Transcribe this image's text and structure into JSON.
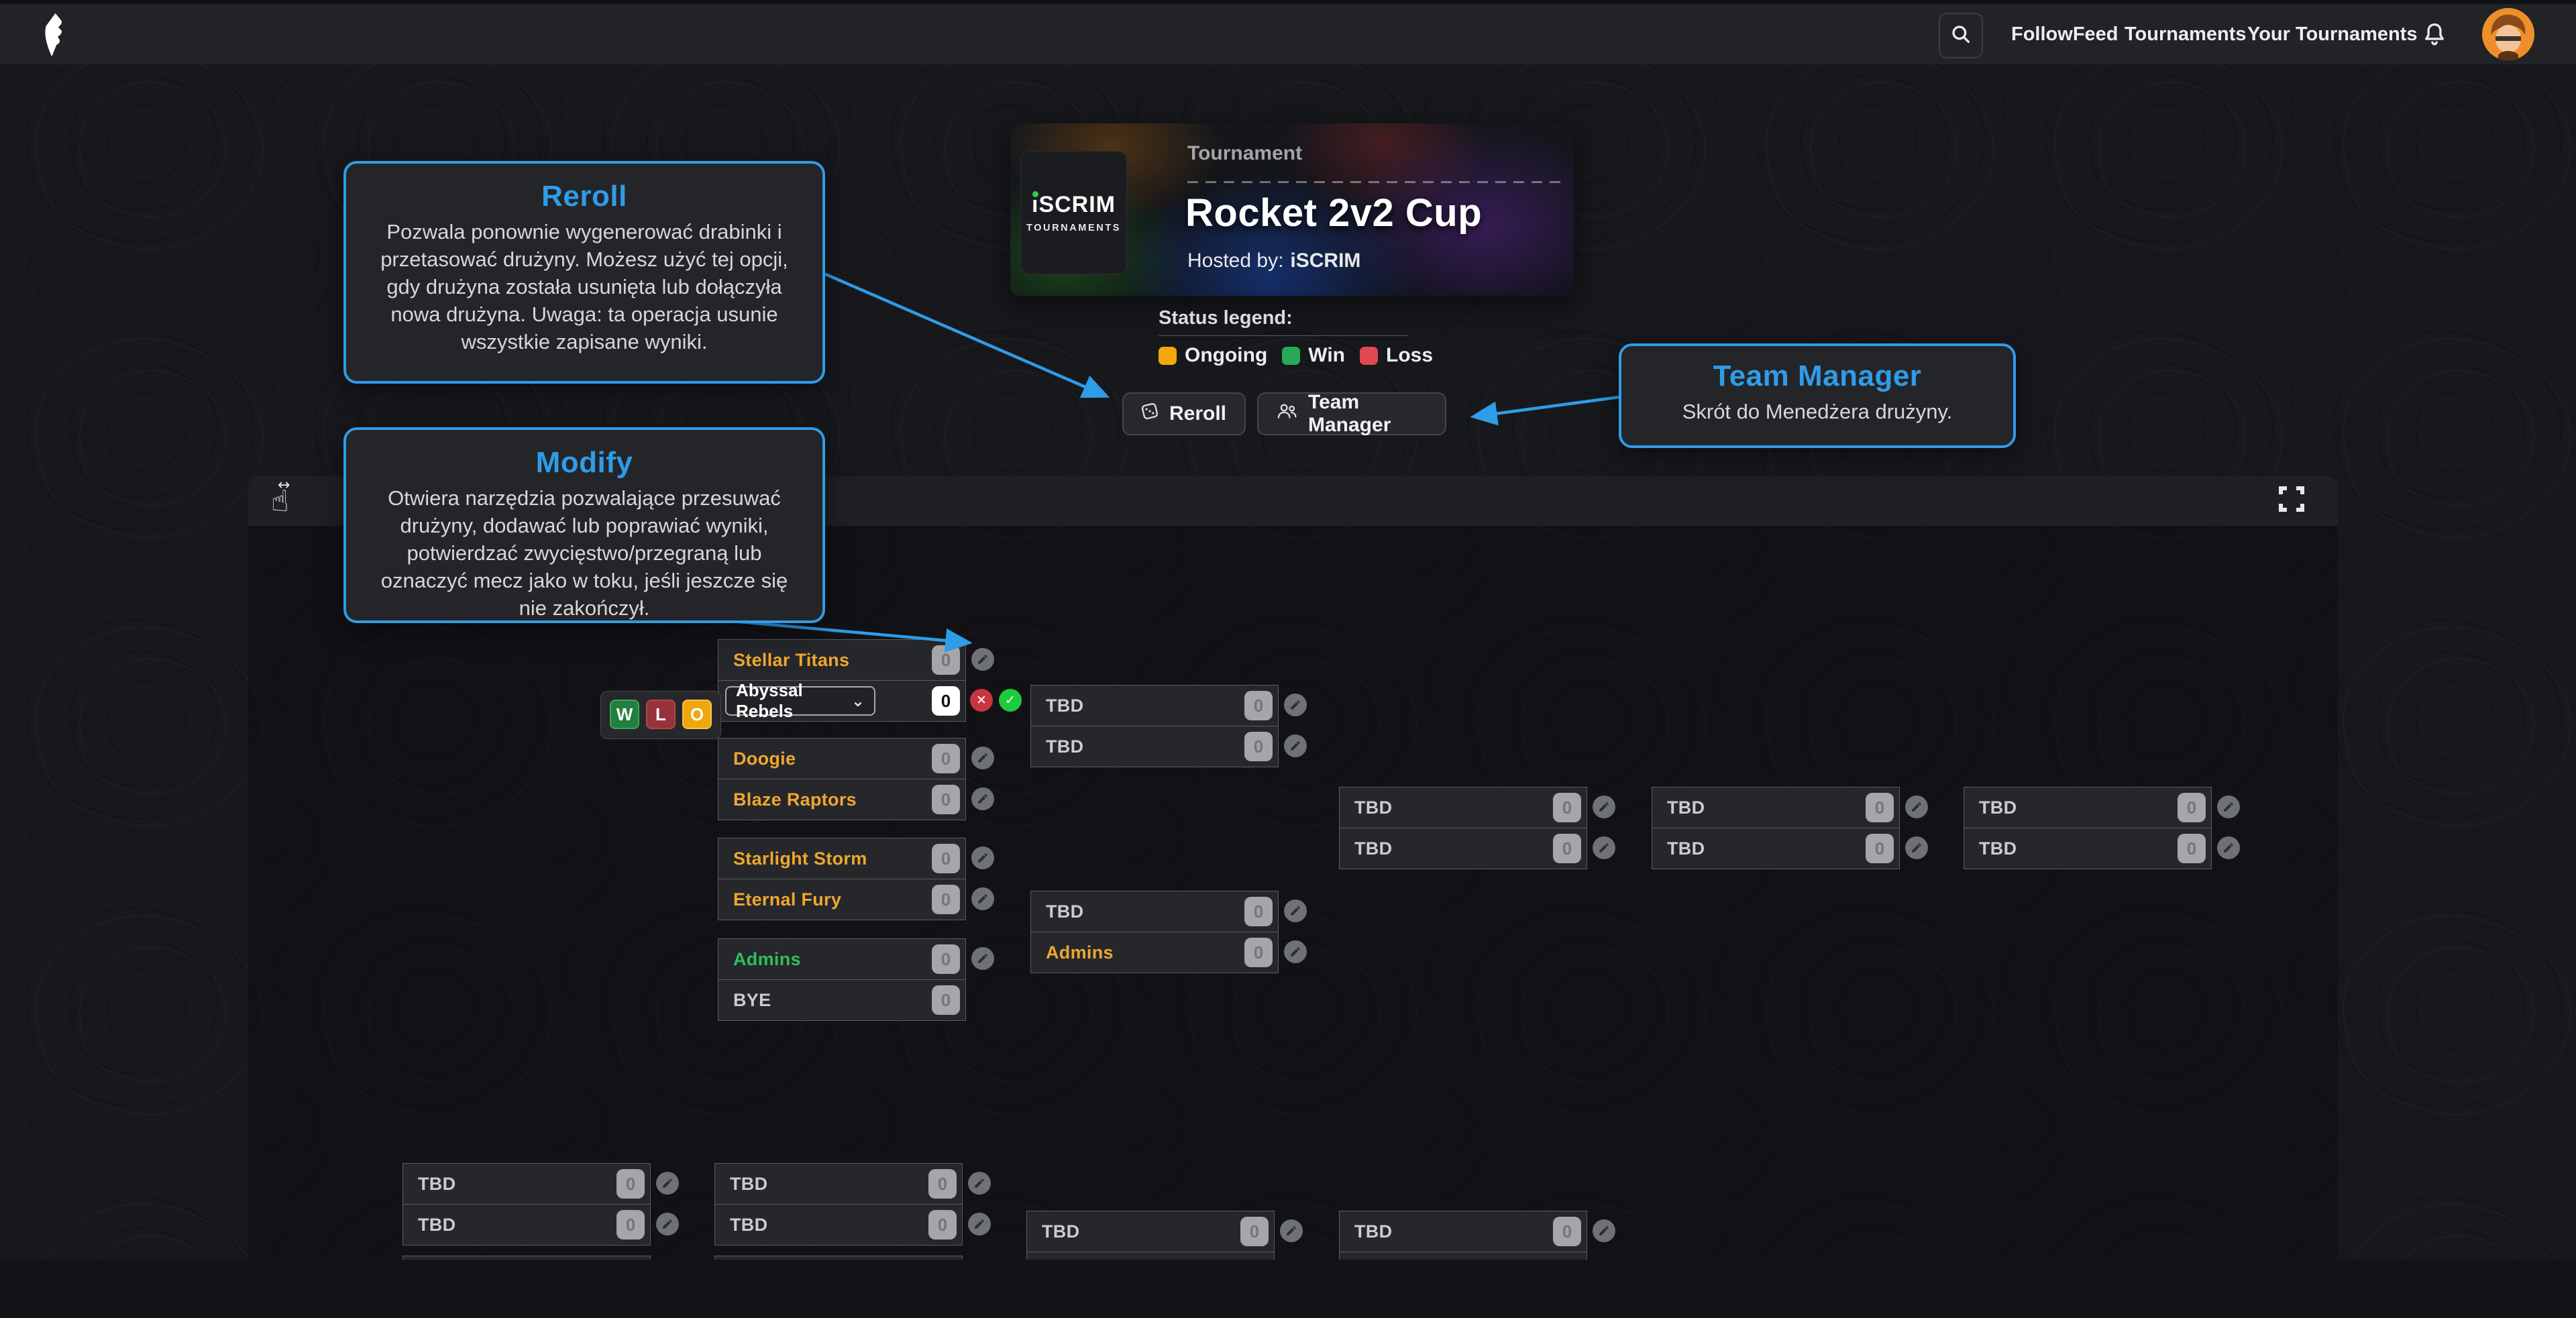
{
  "nav": {
    "links": [
      "FollowFeed",
      "Tournaments",
      "Your Tournaments"
    ]
  },
  "banner": {
    "kicker": "Tournament",
    "title": "Rocket 2v2 Cup",
    "hosted_prefix": "Hosted by:",
    "host": "iSCRIM",
    "logo_line1_rest": "SCRIM",
    "logo_line2": "TOURNAMENTS"
  },
  "legend": {
    "label": "Status legend:",
    "items": [
      {
        "label": "Ongoing",
        "color": "#f5a60b"
      },
      {
        "label": "Win",
        "color": "#27aa58"
      },
      {
        "label": "Loss",
        "color": "#e14750"
      }
    ]
  },
  "actions": {
    "reroll": "Reroll",
    "team_manager": "Team Manager"
  },
  "callouts": {
    "reroll": {
      "title": "Reroll",
      "body": "Pozwala ponownie wygenerować drabinki i przetasować drużyny. Możesz użyć tej opcji, gdy drużyna została usunięta lub dołączyła nowa drużyna. Uwaga: ta operacja usunie wszystkie zapisane wyniki."
    },
    "modify": {
      "title": "Modify",
      "body": "Otwiera narzędzia pozwalające przesuwać drużyny, dodawać lub poprawiać wyniki, potwierdzać zwycięstwo/przegraną lub oznaczyć mecz jako w toku, jeśli jeszcze się nie zakończył."
    },
    "team_manager": {
      "title": "Team Manager",
      "body": "Skrót do Menedżera drużyny."
    }
  },
  "bracket": {
    "wlo": [
      "W",
      "L",
      "O"
    ],
    "matches": [
      {
        "teams": [
          {
            "name": "Stellar Titans",
            "score": "0",
            "status": "ongoing"
          },
          {
            "name": "Abyssal Rebels",
            "score": "0",
            "status": "editing",
            "select": true
          }
        ]
      },
      {
        "teams": [
          {
            "name": "Doogie",
            "score": "0",
            "status": "ongoing"
          },
          {
            "name": "Blaze Raptors",
            "score": "0",
            "status": "ongoing"
          }
        ]
      },
      {
        "teams": [
          {
            "name": "Starlight Storm",
            "score": "0",
            "status": "ongoing"
          },
          {
            "name": "Eternal Fury",
            "score": "0",
            "status": "ongoing"
          }
        ]
      },
      {
        "teams": [
          {
            "name": "Admins",
            "score": "0",
            "status": "win"
          },
          {
            "name": "BYE",
            "score": "0",
            "status": "tbd",
            "no_edit": true
          }
        ]
      },
      {
        "teams": [
          {
            "name": "TBD",
            "score": "0",
            "status": "tbd"
          },
          {
            "name": "TBD",
            "score": "0",
            "status": "tbd"
          }
        ]
      },
      {
        "teams": [
          {
            "name": "TBD",
            "score": "0",
            "status": "tbd"
          },
          {
            "name": "Admins",
            "score": "0",
            "status": "ongoing"
          }
        ]
      },
      {
        "teams": [
          {
            "name": "TBD",
            "score": "0",
            "status": "tbd"
          },
          {
            "name": "TBD",
            "score": "0",
            "status": "tbd"
          }
        ]
      },
      {
        "teams": [
          {
            "name": "TBD",
            "score": "0",
            "status": "tbd"
          },
          {
            "name": "TBD",
            "score": "0",
            "status": "tbd"
          }
        ]
      },
      {
        "teams": [
          {
            "name": "TBD",
            "score": "0",
            "status": "tbd"
          },
          {
            "name": "TBD",
            "score": "0",
            "status": "tbd"
          }
        ]
      },
      {
        "teams": [
          {
            "name": "TBD",
            "score": "0",
            "status": "tbd"
          },
          {
            "name": "TBD",
            "score": "0",
            "status": "tbd"
          }
        ]
      },
      {
        "teams": [
          {
            "name": "TBD",
            "score": "0",
            "status": "tbd"
          },
          {
            "name": "TBD",
            "score": "0",
            "status": "tbd"
          }
        ]
      },
      {
        "teams": [
          {
            "name": "TBD",
            "score": "0",
            "status": "tbd"
          },
          {
            "name": "",
            "score": "",
            "status": "tbd",
            "hidden": true
          }
        ]
      },
      {
        "teams": [
          {
            "name": "TBD",
            "score": "0",
            "status": "tbd"
          },
          {
            "name": "",
            "score": "",
            "status": "tbd",
            "hidden": true
          }
        ]
      }
    ]
  },
  "colors": {
    "accent_blue": "#2f9ce8",
    "ongoing": "#efa62e",
    "win": "#2fbf5f",
    "loss": "#e14750"
  }
}
